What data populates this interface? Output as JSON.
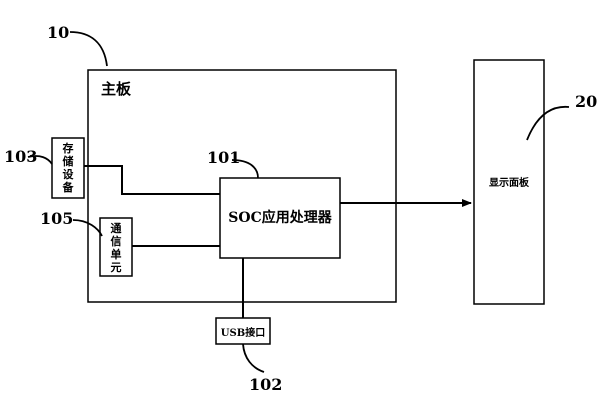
{
  "labels": {
    "mainboard": "主板",
    "soc": "SOC应用处理器",
    "display": "显示面板",
    "usb": "USB接口",
    "storage": [
      "存",
      "储",
      "设",
      "备"
    ],
    "comm": [
      "通",
      "信",
      "单",
      "元"
    ]
  },
  "refs": {
    "mainboard": "10",
    "display": "20",
    "soc": "101",
    "usb": "102",
    "storage": "103",
    "comm": "105"
  }
}
